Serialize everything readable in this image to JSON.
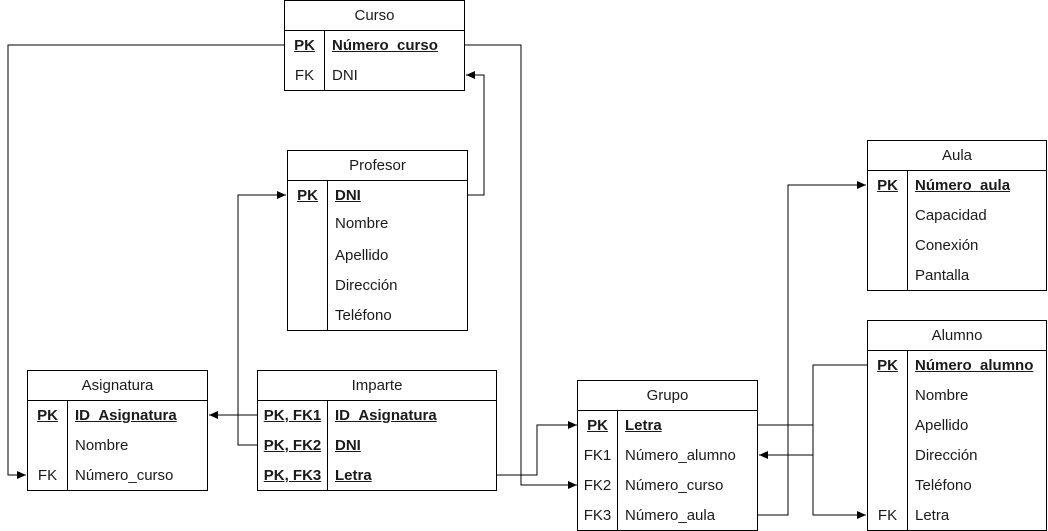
{
  "entities": {
    "curso": {
      "title": "Curso",
      "rows": [
        {
          "key": "PK",
          "field": "Número_curso"
        },
        {
          "key": "FK",
          "field": "DNI"
        }
      ]
    },
    "profesor": {
      "title": "Profesor",
      "rows": [
        {
          "key": "PK",
          "field": "DNI"
        },
        {
          "key": "",
          "field": "Nombre"
        },
        {
          "key": "",
          "field": "Apellido"
        },
        {
          "key": "",
          "field": "Dirección"
        },
        {
          "key": "",
          "field": "Teléfono"
        }
      ]
    },
    "aula": {
      "title": "Aula",
      "rows": [
        {
          "key": "PK",
          "field": "Número_aula"
        },
        {
          "key": "",
          "field": "Capacidad"
        },
        {
          "key": "",
          "field": "Conexión"
        },
        {
          "key": "",
          "field": "Pantalla"
        }
      ]
    },
    "alumno": {
      "title": "Alumno",
      "rows": [
        {
          "key": "PK",
          "field": "Número_alumno"
        },
        {
          "key": "",
          "field": "Nombre"
        },
        {
          "key": "",
          "field": "Apellido"
        },
        {
          "key": "",
          "field": "Dirección"
        },
        {
          "key": "",
          "field": "Teléfono"
        },
        {
          "key": "FK",
          "field": "Letra"
        }
      ]
    },
    "asignatura": {
      "title": "Asignatura",
      "rows": [
        {
          "key": "PK",
          "field": "ID_Asignatura"
        },
        {
          "key": "",
          "field": "Nombre"
        },
        {
          "key": "FK",
          "field": "Número_curso"
        }
      ]
    },
    "imparte": {
      "title": "Imparte",
      "rows": [
        {
          "key": "PK, FK1",
          "field": "ID_Asignatura"
        },
        {
          "key": "PK, FK2",
          "field": "DNI"
        },
        {
          "key": "PK, FK3",
          "field": "Letra"
        }
      ]
    },
    "grupo": {
      "title": "Grupo",
      "rows": [
        {
          "key": "PK",
          "field": "Letra"
        },
        {
          "key": "FK1",
          "field": "Número_alumno"
        },
        {
          "key": "FK2",
          "field": "Número_curso"
        },
        {
          "key": "FK3",
          "field": "Número_aula"
        }
      ]
    }
  },
  "colors": {
    "line": "#000000",
    "background": "#ffffff",
    "text": "#1a1a1a"
  }
}
